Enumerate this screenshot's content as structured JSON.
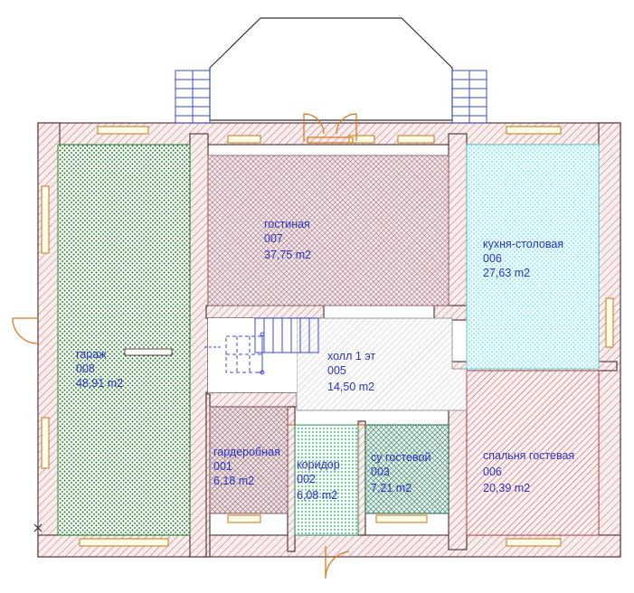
{
  "rooms": [
    {
      "key": "garage",
      "name": "гараж",
      "number": "008",
      "area": "48,91 m2",
      "fill": "#2f8a3a"
    },
    {
      "key": "living",
      "name": "гостиная",
      "number": "007",
      "area": "37,75 m2",
      "fill": "#9a6a74"
    },
    {
      "key": "kitchen",
      "name": "кухня-столовая",
      "number": "006",
      "area": "27,63 m2",
      "fill": "#8fe4ec"
    },
    {
      "key": "hall",
      "name": "холл 1 эт",
      "number": "005",
      "area": "14,50 m2",
      "fill": "#c8c8c8"
    },
    {
      "key": "wardrobe",
      "name": "гардеробная",
      "number": "001",
      "area": "6,18 m2",
      "fill": "#8a5a66"
    },
    {
      "key": "corridor",
      "name": "коридор",
      "number": "002",
      "area": "6,08 m2",
      "fill": "#3a9a6a"
    },
    {
      "key": "bath",
      "name": "су гостевой",
      "number": "003",
      "area": "7,21 m2",
      "fill": "#1a6a4a"
    },
    {
      "key": "bedroom",
      "name": "спальня гостевая",
      "number": "006",
      "area": "20,39 m2",
      "fill": "#c04a52"
    }
  ],
  "colors": {
    "wall_hatch": "#c46a6a",
    "wall_fill": "#f8eeee",
    "label_text": "#2a35c8",
    "door": "#e07a20",
    "stair": "#3a4ad8",
    "window": "#d08a3a"
  },
  "icons": [
    "stair-icon",
    "door-swing-icon",
    "window-icon",
    "origin-mark-icon"
  ]
}
